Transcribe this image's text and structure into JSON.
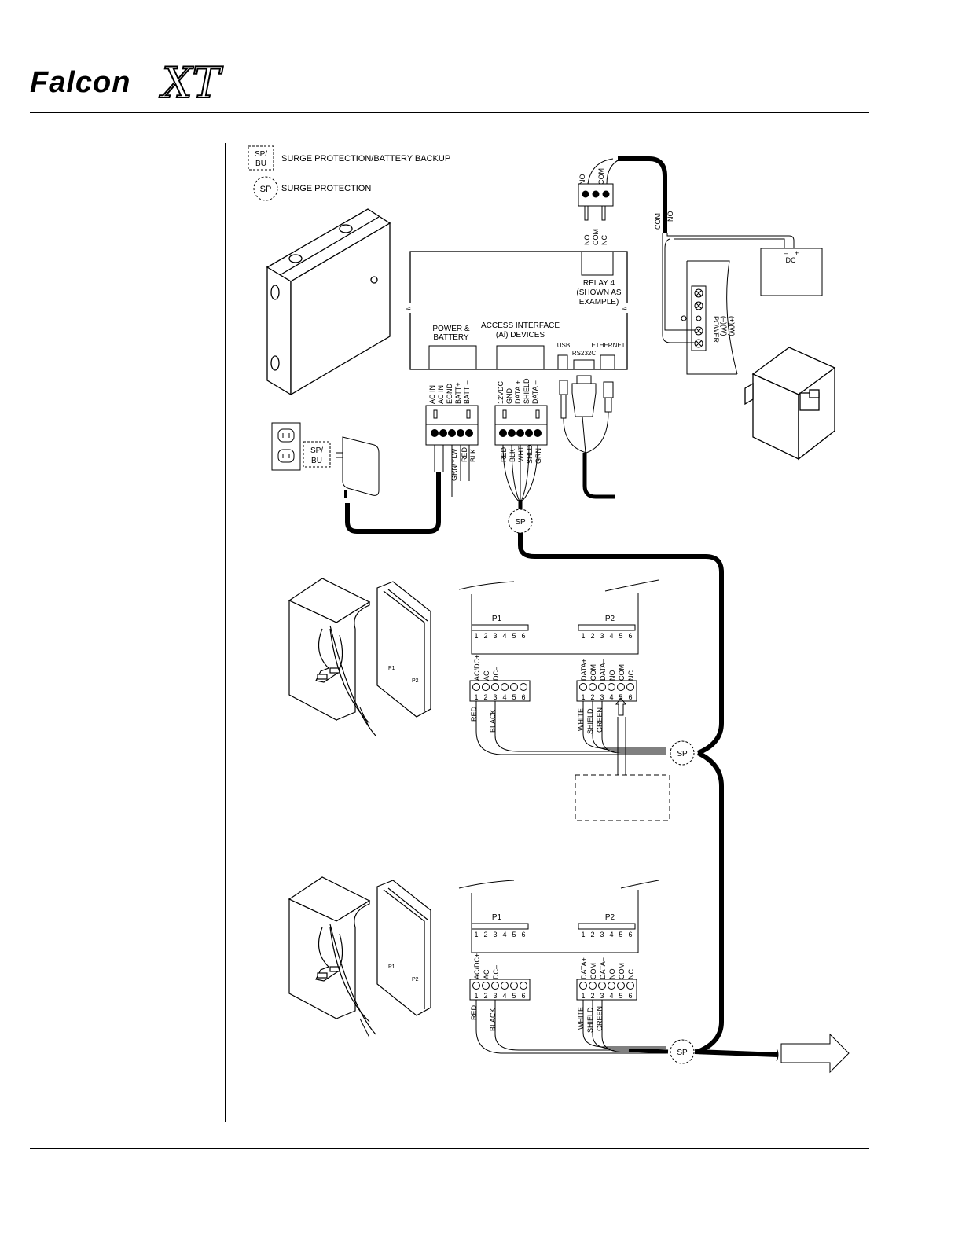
{
  "header": {
    "brand": "Falcon",
    "brand_suffix": "XT"
  },
  "legend": {
    "spbu_symbol": [
      "SP/",
      "BU"
    ],
    "spbu_text": "SURGE PROTECTION/BATTERY BACKUP",
    "sp_symbol": "SP",
    "sp_text": "SURGE PROTECTION"
  },
  "controller": {
    "relay_label": [
      "RELAY 4",
      "(SHOWN AS",
      "EXAMPLE)"
    ],
    "power_label": [
      "POWER &",
      "BATTERY"
    ],
    "access_label": [
      "ACCESS INTERFACE",
      "(Ai) DEVICES"
    ],
    "usb": "USB",
    "rs232": "RS232C",
    "ethernet": "ETHERNET",
    "power_terminals": [
      "AC IN",
      "AC IN",
      "EGND",
      "BATT+",
      "BATT –"
    ],
    "ai_terminals": [
      "12VDC",
      "GND",
      "DATA +",
      "SHIELD",
      "DATA –"
    ],
    "power_wires": [
      "GRN/YLW",
      "RED",
      "BLK"
    ],
    "ai_wires": [
      "RED",
      "BLK",
      "WHT",
      "SHLD",
      "GRN"
    ]
  },
  "relay_block": {
    "top_labels": [
      "NO",
      "COM"
    ],
    "bottom_labels": [
      "NO",
      "COM",
      "NC"
    ],
    "cable_labels": [
      "COM",
      "NO"
    ]
  },
  "dc_supply": {
    "label": "DC",
    "minus": "–",
    "plus": "+"
  },
  "lock_panel": {
    "power_label": [
      "POWER",
      "(–)(W)",
      "(+)(W)"
    ]
  },
  "outlet_spbu": [
    "SP/",
    "BU"
  ],
  "sp_markers": [
    "SP",
    "SP",
    "SP"
  ],
  "readers": [
    {
      "p1": "P1",
      "p2": "P2",
      "pin_numbers": [
        "1",
        "2",
        "3",
        "4",
        "5",
        "6"
      ],
      "left_terms": [
        "AC/DC+",
        "AC",
        "DC–"
      ],
      "right_terms": [
        "DATA+",
        "COM",
        "DATA–",
        "NO",
        "COM",
        "NC"
      ],
      "left_wires": [
        "RED",
        "BLACK"
      ],
      "right_wires": [
        "WHITE",
        "SHIELD",
        "GREEN"
      ],
      "mini_p1": "P1",
      "mini_p2": "P2"
    },
    {
      "p1": "P1",
      "p2": "P2",
      "pin_numbers": [
        "1",
        "2",
        "3",
        "4",
        "5",
        "6"
      ],
      "left_terms": [
        "AC/DC+",
        "AC",
        "DC–"
      ],
      "right_terms": [
        "DATA+",
        "COM",
        "DATA–",
        "NO",
        "COM",
        "NC"
      ],
      "left_wires": [
        "RED",
        "BLACK"
      ],
      "right_wires": [
        "WHITE",
        "SHIELD",
        "GREEN"
      ],
      "mini_p1": "P1",
      "mini_p2": "P2"
    }
  ]
}
